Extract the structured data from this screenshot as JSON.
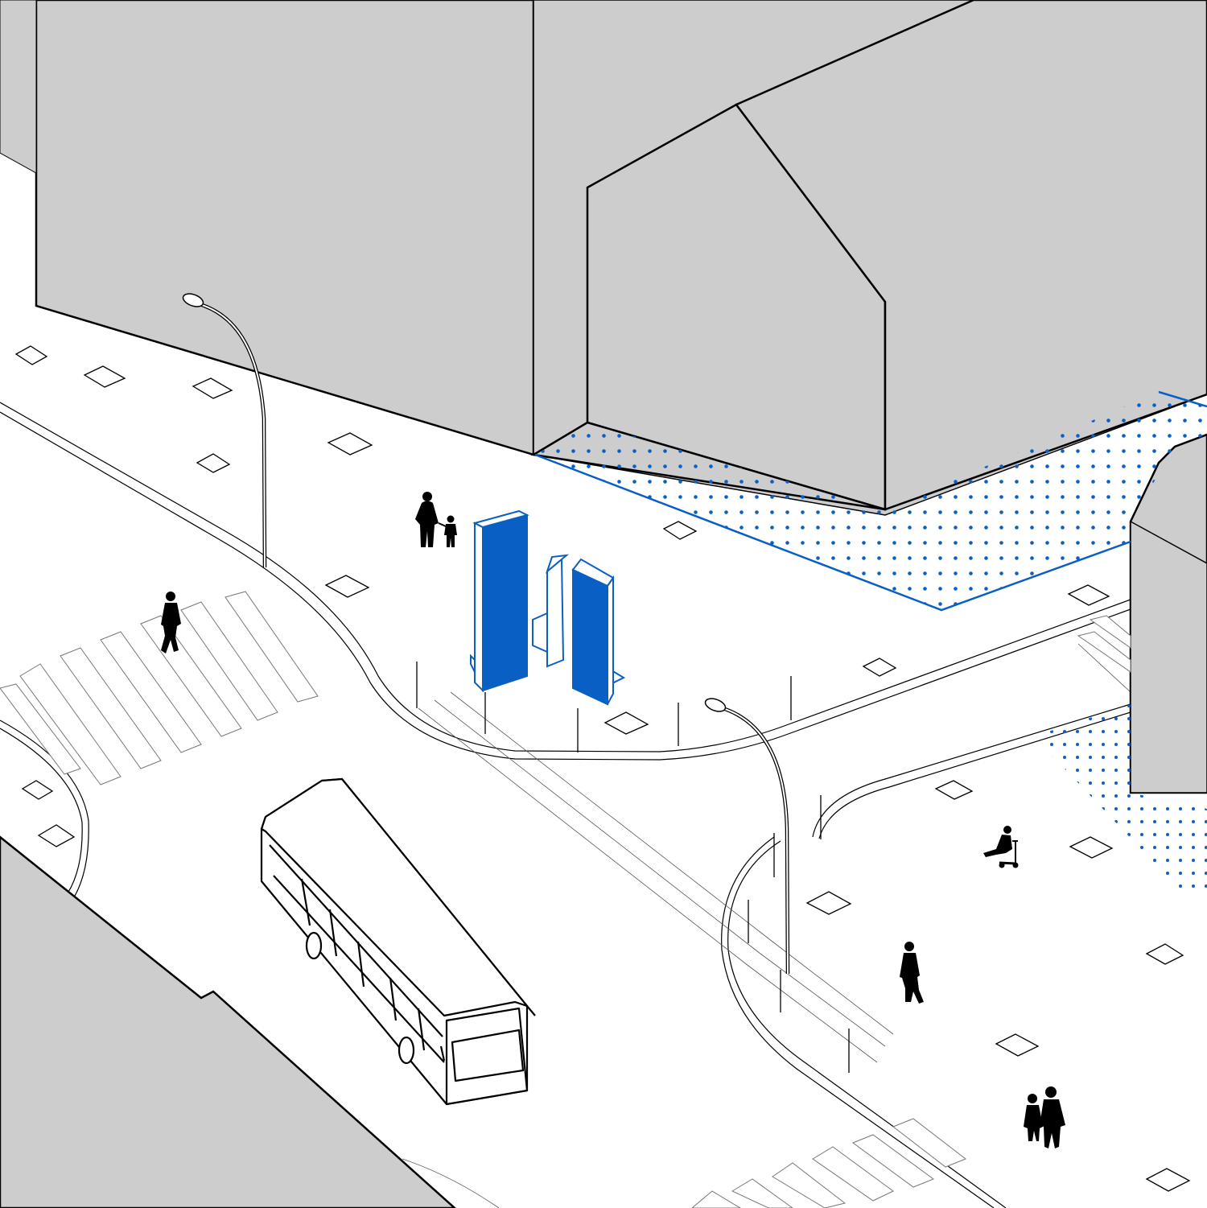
{
  "colors": {
    "background": "#ffffff",
    "building_fill": "#cdcdcd",
    "building_stroke": "#000000",
    "accent_blue": "#0a5fc4",
    "person": "#000000"
  },
  "elements": {
    "buildings": 5,
    "street_lamps": 2,
    "bus": 1,
    "blue_monoliths": 3,
    "pedestrians": 6,
    "child_on_scooter": 1,
    "crosswalks": 3,
    "dotted_zones": 2
  }
}
